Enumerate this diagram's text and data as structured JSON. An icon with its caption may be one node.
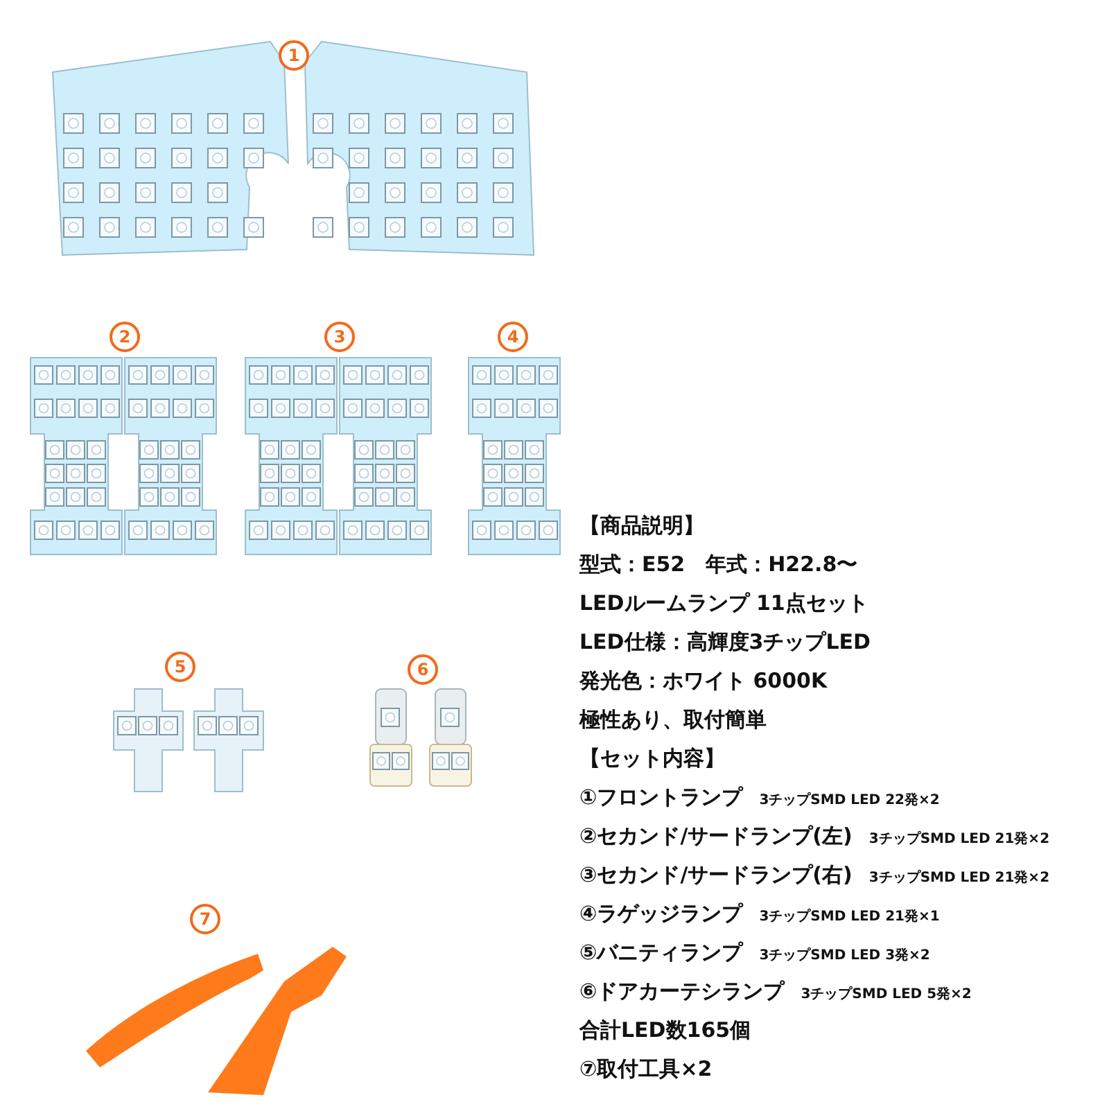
{
  "diagram": {
    "labels": [
      "1",
      "2",
      "3",
      "4",
      "5",
      "6",
      "7",
      "【商品説明】",
      "型式：E52　年式：H22.8〜",
      "LEDルームランプ 11点セット",
      "LED仕様：高輝度3チップLED",
      "発光色：ホワイト 6000K",
      "極性あり、取付簡単",
      "【セット内容】",
      "①フロントランプ",
      "3チップSMD LED 22発×2",
      "②セカンド/サードランプ(左)",
      "3チップSMD LED 21発×2",
      "③セカンド/サードランプ(右)",
      "3チップSMD LED 21発×2",
      "④ラゲッジランプ",
      "3チップSMD LED 21発×1",
      "⑤バニティランプ",
      "3チップSMD LED 3発×2",
      "⑥ドアカーテシランプ",
      "3チップSMD LED 5発×2",
      "合計LED数165個",
      "⑦取付工具×2"
    ]
  }
}
